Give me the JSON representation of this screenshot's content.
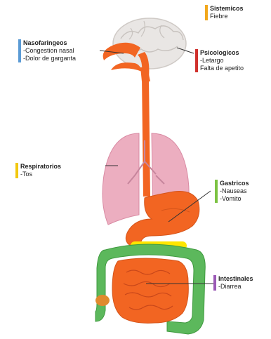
{
  "labels": {
    "sistemicos": {
      "title": "Sistemicos",
      "items": [
        "Fiebre"
      ],
      "color": "#f2a81d"
    },
    "nasofaringeos": {
      "title": "Nasofaringeos",
      "items": [
        "-Congestion nasal",
        "-Dolor de garganta"
      ],
      "color": "#5b9bd5"
    },
    "psicologicos": {
      "title": "Psicologicos",
      "items": [
        "-Letargo",
        "Falta de apetito"
      ],
      "color": "#d0312d"
    },
    "respiratorios": {
      "title": "Respiratorios",
      "items": [
        "-Tos"
      ],
      "color": "#f2c80f"
    },
    "gastricos": {
      "title": "Gastricos",
      "items": [
        "-Nauseas",
        "-Vomito"
      ],
      "color": "#7cc242"
    },
    "intestinales": {
      "title": "Intestinales",
      "items": [
        "-Diarrea"
      ],
      "color": "#9b59b6"
    }
  },
  "colors": {
    "brain": "#e9e6e4",
    "organ_orange": "#f26522",
    "lung": "#ecaec0",
    "lung_dark": "#d98aa3",
    "intestine_green": "#5cb85c",
    "pancreas_yellow": "#ffe600"
  }
}
